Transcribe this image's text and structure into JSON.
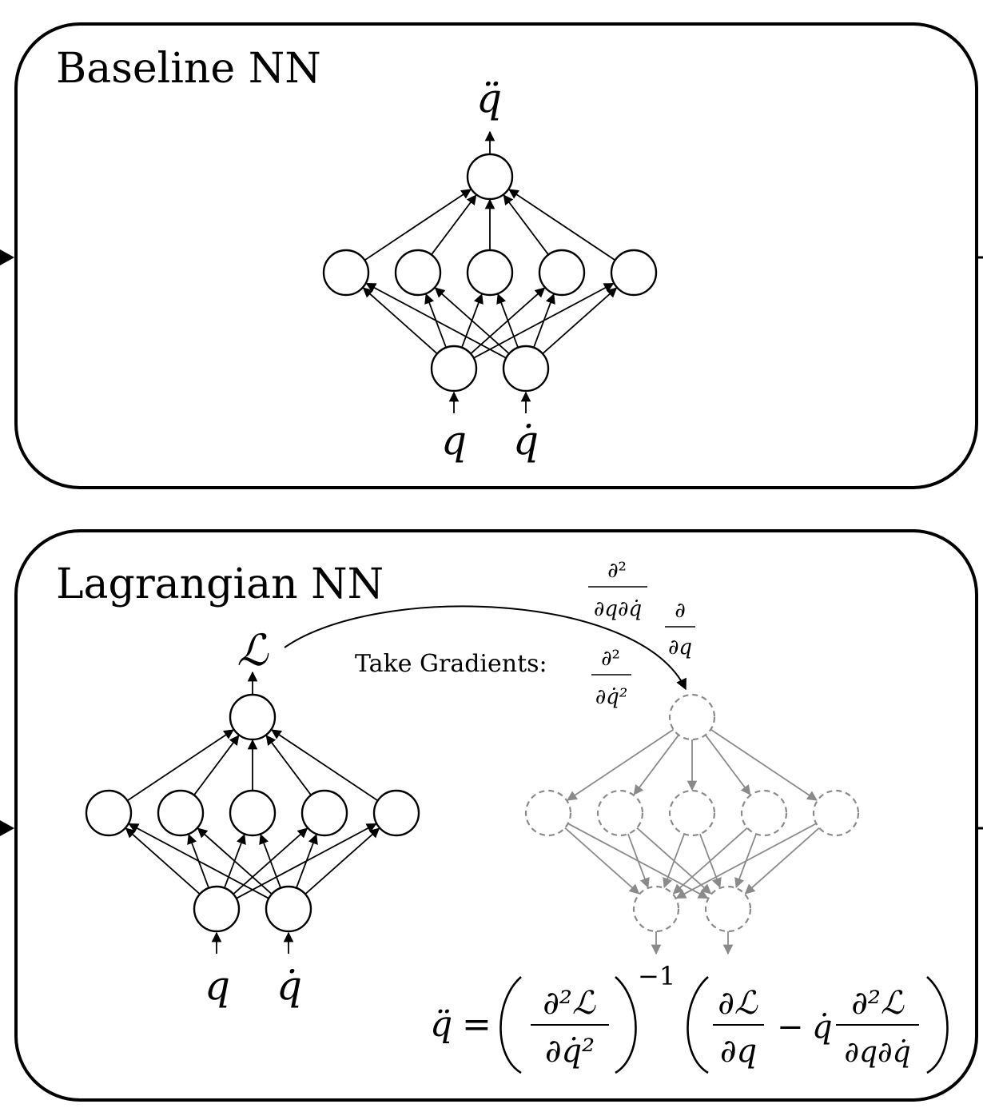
{
  "panels": [
    {
      "title": "Baseline NN",
      "output_label": "q̈",
      "input_labels": [
        "q",
        "q̇"
      ]
    },
    {
      "title": "Lagrangian NN",
      "output_label": "ℒ",
      "input_labels": [
        "q",
        "q̇"
      ]
    }
  ],
  "gradients": {
    "caption": "Take Gradients:",
    "operators": [
      {
        "numerator": "∂²",
        "denominator": "∂q∂q̇"
      },
      {
        "numerator": "∂",
        "denominator": "∂q"
      },
      {
        "numerator": "∂²",
        "denominator": "∂q̇²"
      }
    ]
  },
  "equation": {
    "lhs": "q̈",
    "equals": "=",
    "term1_num": "∂²ℒ",
    "term1_den": "∂q̇²",
    "exponent": "−1",
    "term2_num": "∂ℒ",
    "term2_den": "∂q",
    "minus": "−",
    "qdot": "q̇",
    "term3_num": "∂²ℒ",
    "term3_den": "∂q∂q̇"
  },
  "colors": {
    "ink": "#000000",
    "ghost": "#8a8a8a"
  }
}
